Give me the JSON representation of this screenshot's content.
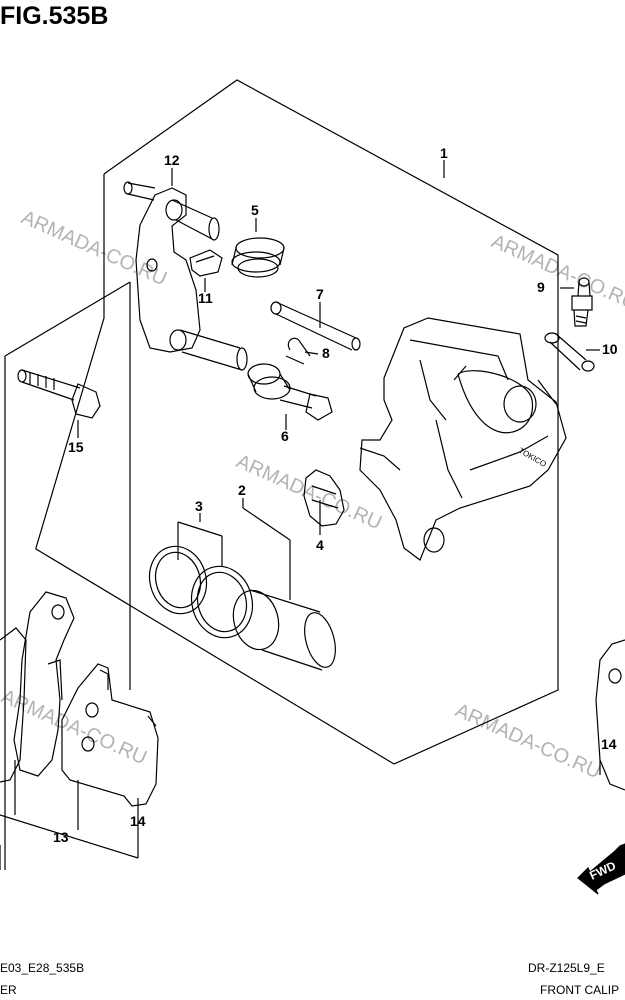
{
  "header": {
    "figure_title": "FIG.535B"
  },
  "footer": {
    "left_code": "E03_E28_535B",
    "left_caption": "ER",
    "right_code": "DR-Z125L9_E",
    "right_caption": "FRONT CALIP"
  },
  "watermark": "ARMADA-CO.RU",
  "fwd_label": "FWD",
  "stamp_text": "TOKICO",
  "callouts": [
    "1",
    "2",
    "3",
    "4",
    "5",
    "6",
    "7",
    "8",
    "9",
    "10",
    "11",
    "12",
    "13",
    "14",
    "15",
    "14"
  ]
}
